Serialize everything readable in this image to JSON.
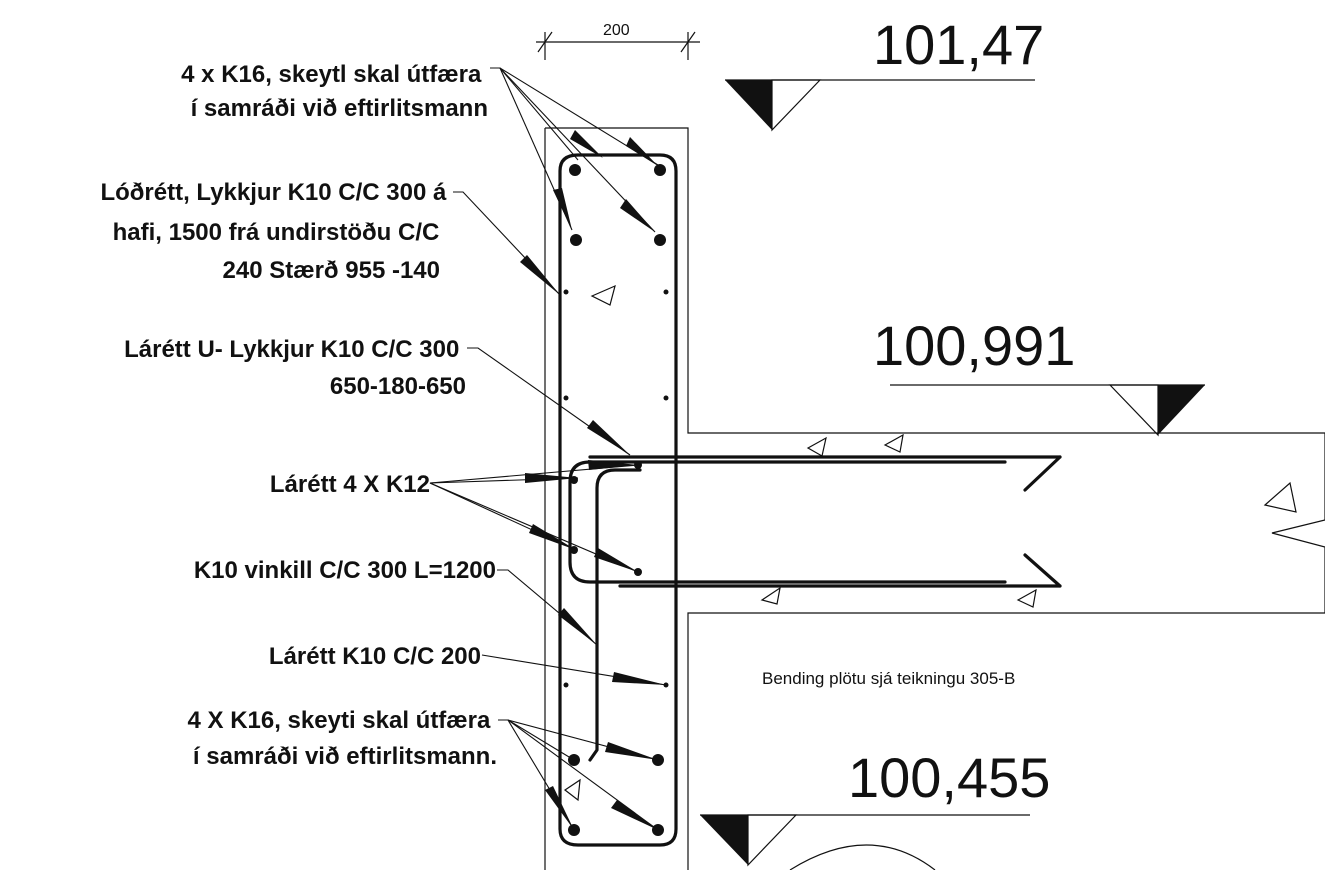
{
  "dimension": {
    "width_label": "200"
  },
  "elevations": {
    "top": "101,47",
    "slab": "100,991",
    "bottom": "100,455"
  },
  "callouts": {
    "top_bars": [
      "4 x K16, skeytl skal útfæra",
      "í samráði við eftirlitsmann"
    ],
    "vertical_stirrups": [
      "Lóðrétt, Lykkjur K10 C/C 300 á",
      "hafi, 1500 frá undirstöðu C/C",
      "240 Stærð 955 -140"
    ],
    "horizontal_u_stirrups": [
      "Lárétt U- Lykkjur K10 C/C 300",
      "650-180-650"
    ],
    "horizontal_k12": [
      "Lárétt 4 X K12"
    ],
    "angle_bar": [
      "K10 vinkill C/C 300 L=1200"
    ],
    "horizontal_k10": [
      "Lárétt K10 C/C 200"
    ],
    "bottom_bars": [
      "4 X K16, skeyti skal útfæra",
      "í samráði við eftirlitsmann."
    ]
  },
  "note": "Bending plötu sjá teikningu 305-B"
}
